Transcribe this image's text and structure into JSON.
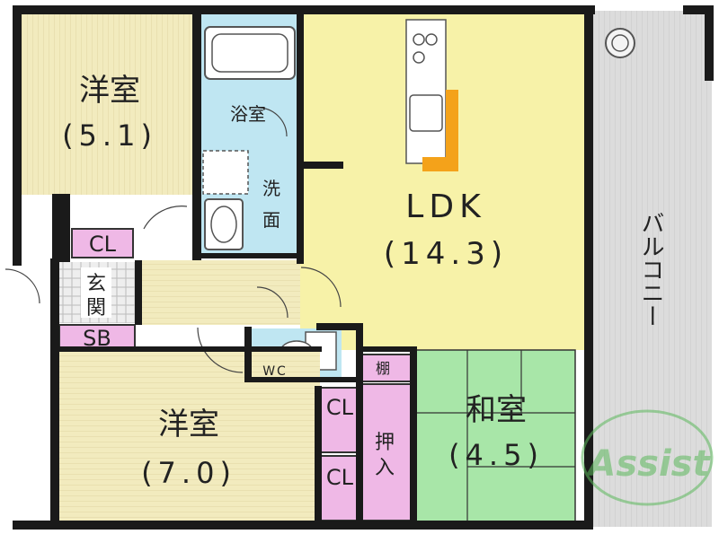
{
  "rooms": {
    "western_room_1": {
      "name": "洋室",
      "size": "(5.1)"
    },
    "bathroom": {
      "name": "浴室"
    },
    "washroom": {
      "name_top": "洗",
      "name_bottom": "面"
    },
    "ldk": {
      "name": "LDK",
      "size": "(14.3)"
    },
    "balcony": {
      "name": "バルコニー"
    },
    "closet_1": {
      "name": "CL"
    },
    "entrance": {
      "name_top": "玄",
      "name_bottom": "関"
    },
    "shoe_box": {
      "name": "SB"
    },
    "wc": {
      "name": "WC"
    },
    "shelf": {
      "name": "棚"
    },
    "western_room_2": {
      "name": "洋室",
      "size": "(7.0)"
    },
    "closet_2": {
      "name": "CL"
    },
    "closet_3": {
      "name": "CL"
    },
    "oshiire": {
      "name_top": "押",
      "name_bottom": "入"
    },
    "japanese_room": {
      "name": "和室",
      "size": "(4.5)"
    }
  },
  "watermark": {
    "text": "Assist"
  },
  "colors": {
    "western_floor": "#f2ebbe",
    "ldk_floor": "#f7f2a8",
    "wet_area": "#bfe6f2",
    "tatami": "#a8e6a8",
    "closet": "#efb8e6",
    "balcony": "#d9d9d9",
    "wall": "#1a1a1a",
    "watermark": "#5cb85c"
  }
}
